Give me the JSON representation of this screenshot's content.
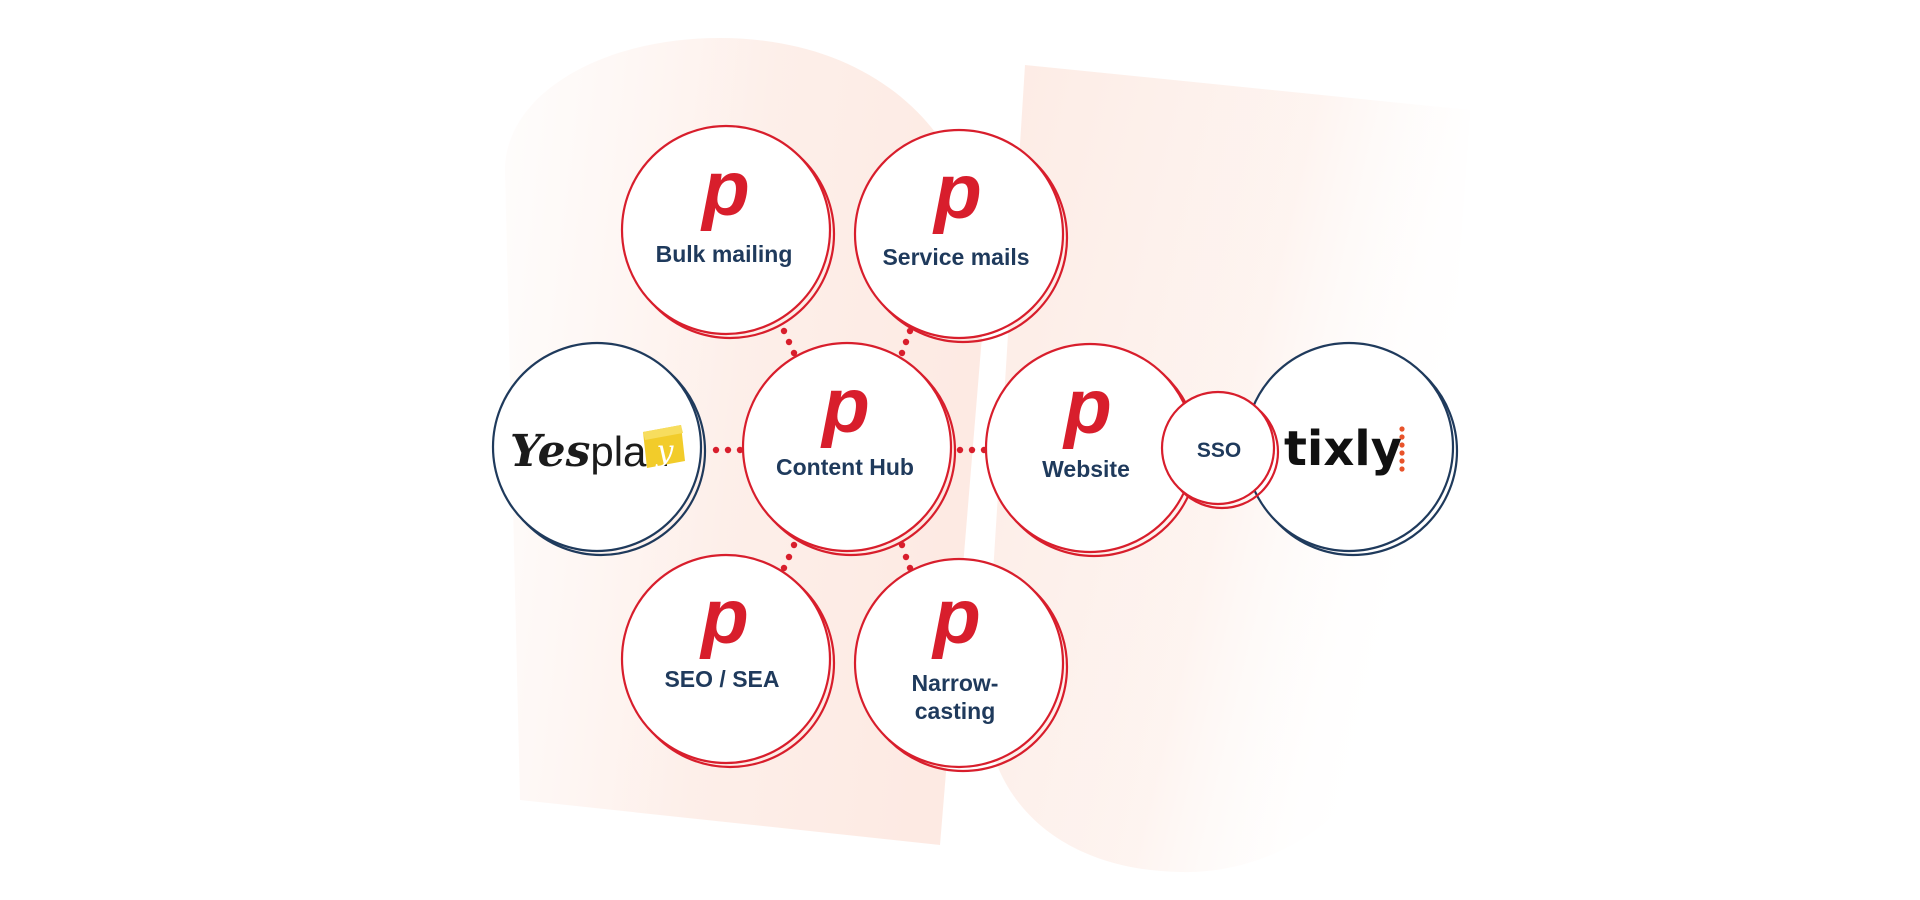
{
  "diagram": {
    "hub": {
      "label": "Content Hub",
      "mark": "p"
    },
    "nodes": {
      "bulk_mailing": {
        "label": "Bulk mailing",
        "mark": "p"
      },
      "service_mails": {
        "label": "Service mails",
        "mark": "p"
      },
      "website": {
        "label": "Website",
        "mark": "p"
      },
      "seo_sea": {
        "label": "SEO / SEA",
        "mark": "p"
      },
      "narrowcasting": {
        "label_line1": "Narrow-",
        "label_line2": "casting",
        "mark": "p"
      }
    },
    "sso": {
      "label": "SSO"
    },
    "partners": {
      "yesplan": {
        "logo_script": "Yes",
        "logo_plain": "plan",
        "tile_letter": "y"
      },
      "tixly": {
        "logo_text": "tixly"
      }
    }
  },
  "colors": {
    "accent_red": "#d81e2c",
    "navy": "#1f3a5c",
    "yesplan_yellow": "#f2cc2a",
    "tixly_orange": "#e8532a",
    "background_shape": "#fdf0ea"
  }
}
